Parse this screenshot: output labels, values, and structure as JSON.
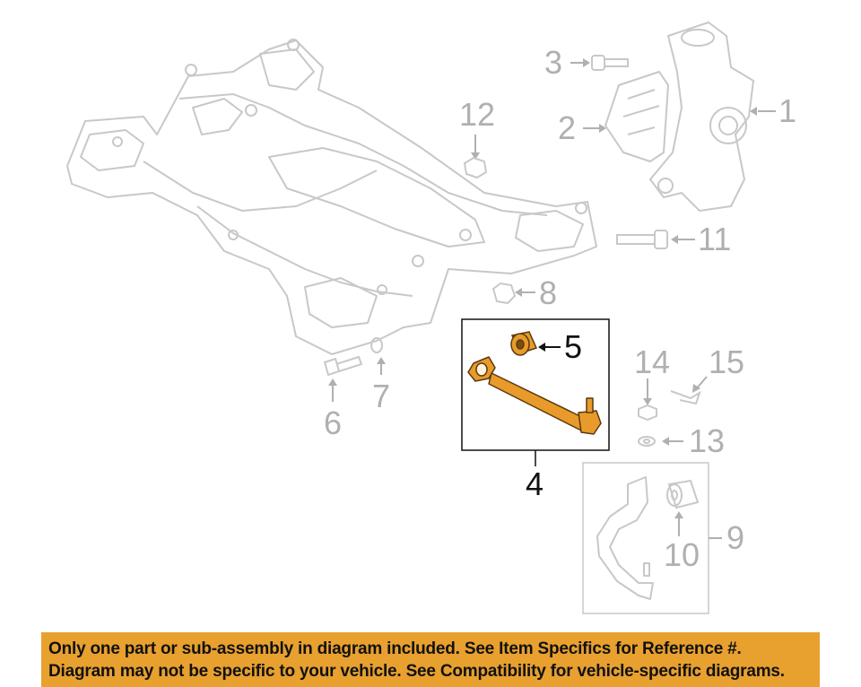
{
  "callouts": {
    "c1": "1",
    "c2": "2",
    "c3": "3",
    "c4": "4",
    "c5": "5",
    "c6": "6",
    "c7": "7",
    "c8": "8",
    "c9": "9",
    "c10": "10",
    "c11": "11",
    "c12": "12",
    "c13": "13",
    "c14": "14",
    "c15": "15"
  },
  "highlighted_parts": [
    "4",
    "5"
  ],
  "notice": {
    "line1": "Only one part or sub-assembly in diagram included. See Item Specifics for Reference #.",
    "line2": "Diagram may not be specific to your vehicle. See Compatibility for vehicle-specific diagrams."
  },
  "colors": {
    "part_gray": "#c8c8c8",
    "highlight_fill": "#e89b2a",
    "highlight_stroke": "#5a3a10",
    "banner": "#e8a02f"
  }
}
